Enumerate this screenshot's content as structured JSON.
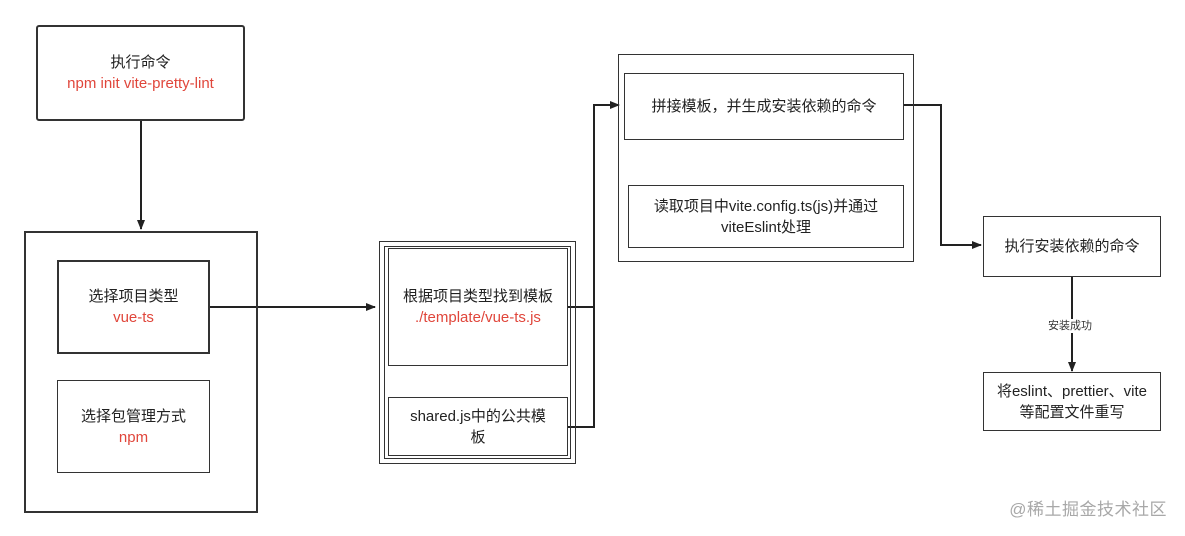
{
  "nodes": {
    "run_command": {
      "line1": "执行命令",
      "line2": "npm init vite-pretty-lint"
    },
    "select_type": {
      "line1": "选择项目类型",
      "line2": "vue-ts"
    },
    "select_pm": {
      "line1": "选择包管理方式",
      "line2": "npm"
    },
    "find_template": {
      "line1": "根据项目类型找到模板",
      "line2": "./template/vue-ts.js"
    },
    "shared_template": {
      "line1": "shared.js中的公共模板"
    },
    "splice_template": {
      "line1": "拼接模板，并生成安装依赖的命令"
    },
    "read_config": {
      "line1": "读取项目中vite.config.ts(js)并通过viteEslint处理"
    },
    "run_install": {
      "line1": "执行安装依赖的命令"
    },
    "rewrite_config": {
      "line1": "将eslint、prettier、vite等配置文件重写"
    }
  },
  "edges": {
    "install_success_label": "安装成功"
  },
  "watermark": "@稀土掘金技术社区",
  "colors": {
    "accent_red": "#e0463b",
    "stroke": "#333333"
  }
}
